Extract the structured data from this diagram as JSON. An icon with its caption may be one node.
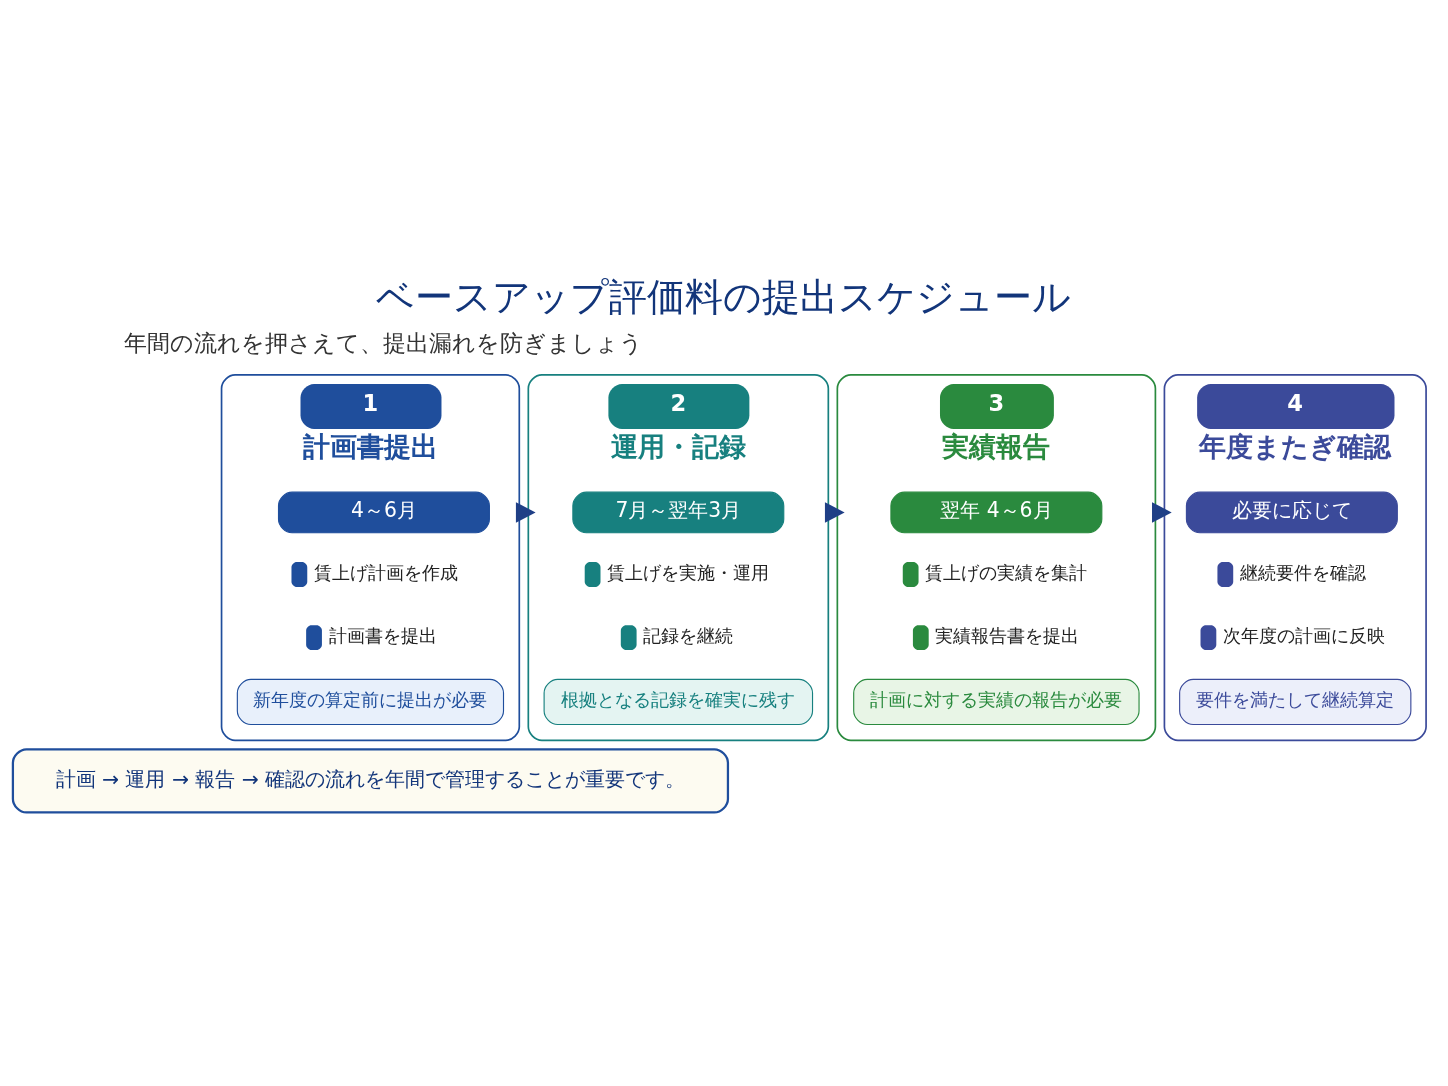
{
  "diagram": {
    "title": "ベースアップ評価料の提出スケジュール",
    "nodes": [
      {
        "text": [
          "1",
          "計画書提出"
        ]
      },
      {
        "text": [
          "4～6月"
        ],
        "in": 0
      },
      {
        "text": [
          "賃上げ計画を作成"
        ],
        "in": 0
      },
      {
        "text": [
          "計画書を提出"
        ],
        "in": 0
      },
      {
        "text": [
          "新年度の算定前に提出が必要"
        ],
        "in": 0
      },
      {
        "text": [
          "2",
          "運用・記録"
        ]
      },
      {
        "text": [
          "7月～翌年3月"
        ],
        "in": 5
      },
      {
        "text": [
          "賃上げを実施・運用"
        ],
        "in": 5
      },
      {
        "text": [
          "記録を継続"
        ],
        "in": 5
      },
      {
        "text": [
          "根拠となる記録を確実に残す"
        ],
        "in": 5
      },
      {
        "text": [
          "3",
          "実績報告"
        ]
      },
      {
        "text": [
          "翌年 4～6月"
        ],
        "in": 10
      },
      {
        "text": [
          "賃上げの実績を集計"
        ],
        "in": 10
      },
      {
        "text": [
          "実績報告書を提出"
        ],
        "in": 10
      },
      {
        "text": [
          "計画に対する実績の報告が必要"
        ],
        "in": 10
      },
      {
        "text": [
          "4",
          "年度またぎ確認"
        ]
      },
      {
        "text": [
          "必要に応じて"
        ],
        "in": 15
      },
      {
        "text": [
          "継続要件を確認"
        ],
        "in": 15
      },
      {
        "text": [
          "次年度の計画に反映"
        ],
        "in": 15
      },
      {
        "text": [
          "要件を満たして継続算定"
        ],
        "in": 15
      },
      {
        "text": [
          "計画 → 運用 → 報告 → 確認の流れを年間で管理することが重要です。"
        ]
      }
    ],
    "edges": [
      {
        "from": 0,
        "to": 5,
        "arrow": "to"
      },
      {
        "from": 5,
        "to": 10,
        "arrow": "to"
      },
      {
        "from": 10,
        "to": 15,
        "arrow": "to"
      }
    ],
    "labels": [
      "年間の流れを押さえて、提出漏れを防ぎましょう"
    ]
  }
}
